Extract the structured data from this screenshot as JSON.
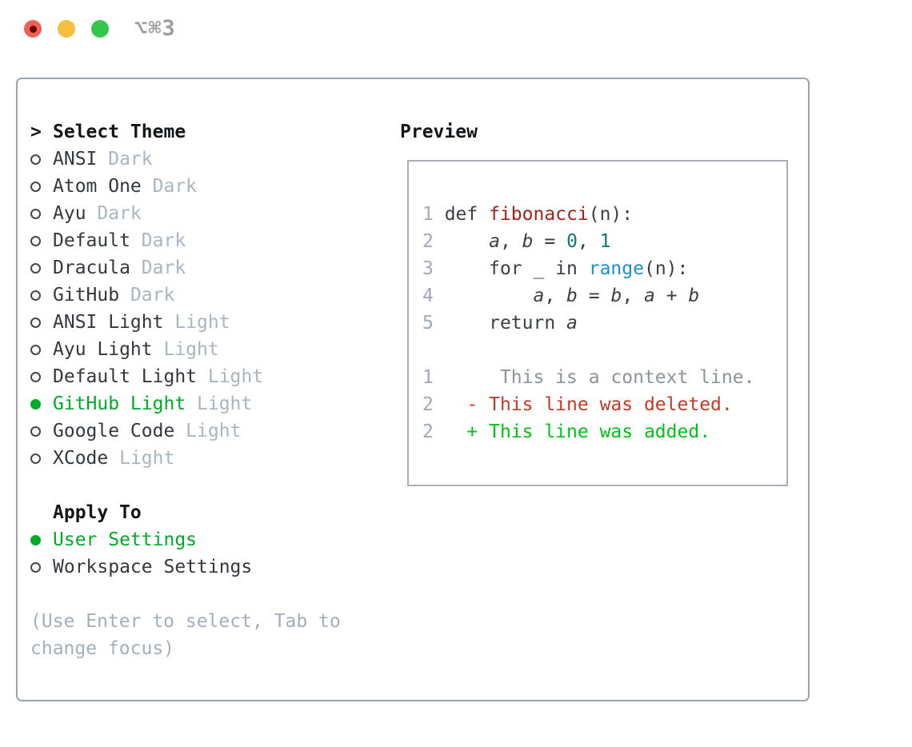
{
  "window": {
    "title": "⌥⌘3",
    "traffic_lights": [
      {
        "name": "close"
      },
      {
        "name": "minimize"
      },
      {
        "name": "zoom"
      }
    ]
  },
  "theme_panel": {
    "cursor": ">",
    "header": "Select Theme",
    "themes": [
      {
        "name": "ANSI",
        "tag": "Dark",
        "selected": false
      },
      {
        "name": "Atom One",
        "tag": "Dark",
        "selected": false
      },
      {
        "name": "Ayu",
        "tag": "Dark",
        "selected": false
      },
      {
        "name": "Default",
        "tag": "Dark",
        "selected": false
      },
      {
        "name": "Dracula",
        "tag": "Dark",
        "selected": false
      },
      {
        "name": "GitHub",
        "tag": "Dark",
        "selected": false
      },
      {
        "name": "ANSI Light",
        "tag": "Light",
        "selected": false
      },
      {
        "name": "Ayu Light",
        "tag": "Light",
        "selected": false
      },
      {
        "name": "Default Light",
        "tag": "Light",
        "selected": false
      },
      {
        "name": "GitHub Light",
        "tag": "Light",
        "selected": true
      },
      {
        "name": "Google Code",
        "tag": "Light",
        "selected": false
      },
      {
        "name": "XCode",
        "tag": "Light",
        "selected": false
      }
    ],
    "apply_to": {
      "header": "Apply To",
      "options": [
        {
          "label": "User Settings",
          "selected": true
        },
        {
          "label": "Workspace Settings",
          "selected": false
        }
      ]
    },
    "hint": "(Use Enter to select, Tab to change focus)"
  },
  "preview": {
    "header": "Preview",
    "lines": [
      {
        "num": "1",
        "segments": [
          {
            "text": "def ",
            "style": "code"
          },
          {
            "text": "fibonacci",
            "style": "func"
          },
          {
            "text": "(n):",
            "style": "code"
          }
        ]
      },
      {
        "num": "2",
        "segments": [
          {
            "text": "    ",
            "style": "code"
          },
          {
            "text": "a",
            "style": "var"
          },
          {
            "text": ", ",
            "style": "code"
          },
          {
            "text": "b",
            "style": "var"
          },
          {
            "text": " = ",
            "style": "code"
          },
          {
            "text": "0",
            "style": "num"
          },
          {
            "text": ", ",
            "style": "code"
          },
          {
            "text": "1",
            "style": "num"
          }
        ]
      },
      {
        "num": "3",
        "segments": [
          {
            "text": "    for _ in ",
            "style": "code"
          },
          {
            "text": "range",
            "style": "builtin"
          },
          {
            "text": "(n):",
            "style": "code"
          }
        ]
      },
      {
        "num": "4",
        "segments": [
          {
            "text": "        ",
            "style": "code"
          },
          {
            "text": "a",
            "style": "var"
          },
          {
            "text": ", ",
            "style": "code"
          },
          {
            "text": "b",
            "style": "var"
          },
          {
            "text": " = ",
            "style": "code"
          },
          {
            "text": "b",
            "style": "var"
          },
          {
            "text": ", ",
            "style": "code"
          },
          {
            "text": "a",
            "style": "var"
          },
          {
            "text": " + ",
            "style": "code"
          },
          {
            "text": "b",
            "style": "var"
          }
        ]
      },
      {
        "num": "5",
        "segments": [
          {
            "text": "    return ",
            "style": "code"
          },
          {
            "text": "a",
            "style": "var"
          }
        ]
      },
      {
        "num": "",
        "segments": []
      },
      {
        "num": "1",
        "segments": [
          {
            "text": "     This is a context line.",
            "style": "context"
          }
        ]
      },
      {
        "num": "2",
        "segments": [
          {
            "text": "  - This line was deleted.",
            "style": "deleted"
          }
        ]
      },
      {
        "num": "2",
        "segments": [
          {
            "text": "  + This line was added.",
            "style": "added"
          }
        ]
      }
    ]
  },
  "colors": {
    "accent_green": "#00ab28",
    "added_green": "#00c316",
    "deleted_red": "#c23a28",
    "function_red": "#a81f15",
    "builtin_blue": "#1f8ecd",
    "number_teal": "#0d7a70",
    "line_number_gray": "#9fa9b9",
    "context_gray": "#8b939b",
    "tag_gray": "#a9b5c0",
    "panel_border": "#9aa4ae",
    "traffic_red": "#f45f55",
    "traffic_yellow": "#f6be40",
    "traffic_green": "#35c64b"
  }
}
